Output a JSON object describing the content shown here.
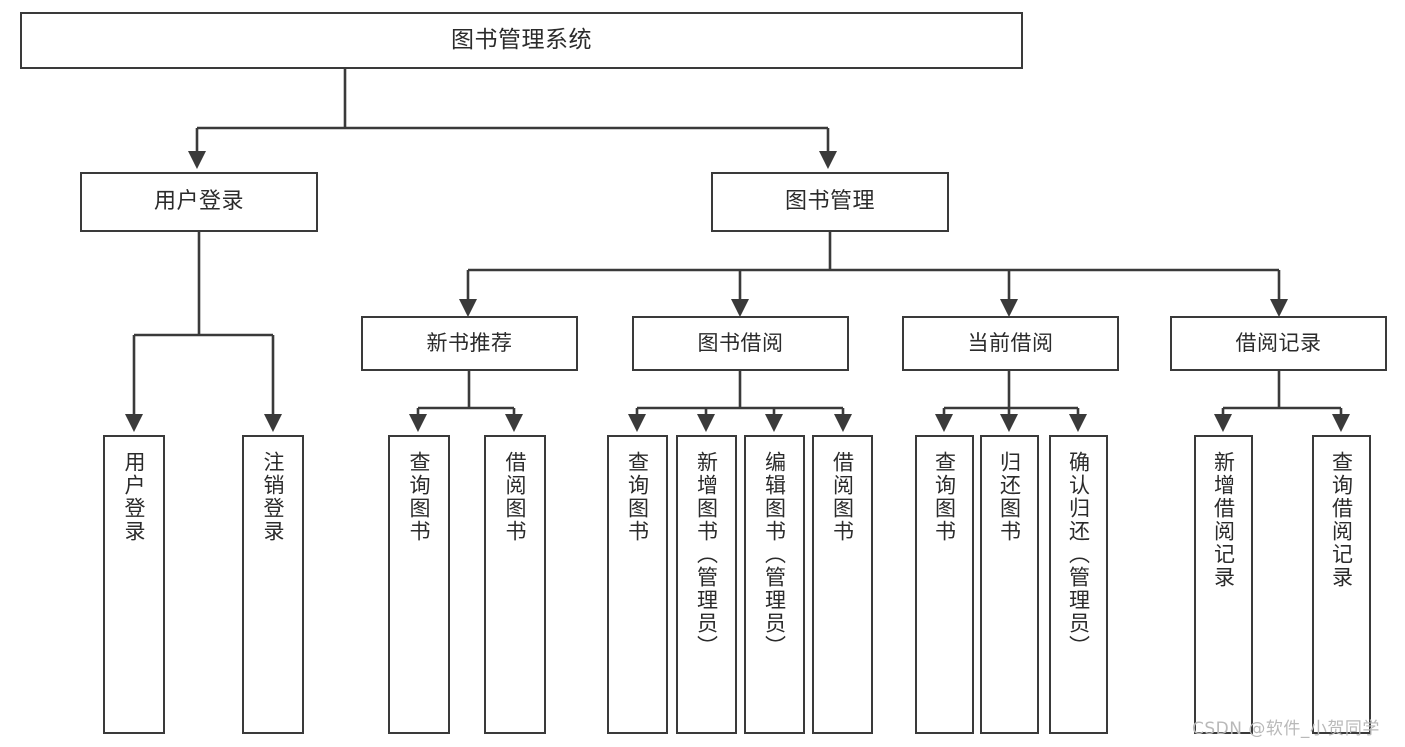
{
  "diagram": {
    "title": "图书管理系统",
    "type": "hierarchy-tree",
    "watermark": "CSDN @软件_小贺同学",
    "colors": {
      "stroke": "#3a3a3a",
      "fill": "#ffffff",
      "text": "#2b2b2b",
      "watermark": "#b9b9b9"
    },
    "nodes": {
      "root": {
        "label": "图书管理系统"
      },
      "level1": [
        {
          "label": "用户登录"
        },
        {
          "label": "图书管理"
        }
      ],
      "level2": [
        {
          "label": "新书推荐"
        },
        {
          "label": "图书借阅"
        },
        {
          "label": "当前借阅"
        },
        {
          "label": "借阅记录"
        }
      ],
      "leaves": {
        "user_login": [
          {
            "label": "用户登录"
          },
          {
            "label": "注销登录"
          }
        ],
        "new_book_recommend": [
          {
            "label": "查询图书"
          },
          {
            "label": "借阅图书"
          }
        ],
        "book_borrow": [
          {
            "label": "查询图书"
          },
          {
            "label": "新增图书（管理员）"
          },
          {
            "label": "编辑图书（管理员）"
          },
          {
            "label": "借阅图书"
          }
        ],
        "current_borrow": [
          {
            "label": "查询图书"
          },
          {
            "label": "归还图书"
          },
          {
            "label": "确认归还（管理员）"
          }
        ],
        "borrow_record": [
          {
            "label": "新增借阅记录"
          },
          {
            "label": "查询借阅记录"
          }
        ]
      }
    }
  }
}
